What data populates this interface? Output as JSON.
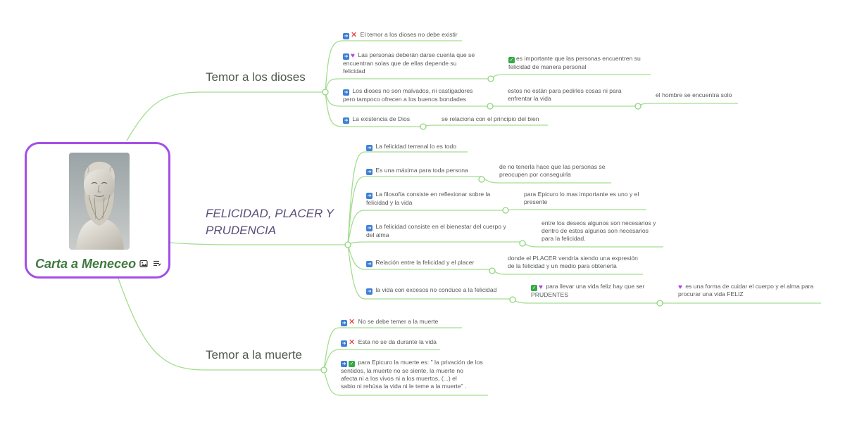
{
  "root": {
    "title": "Carta a Meneceo",
    "image": "philosopher-bust-photo",
    "icons": [
      "image-icon",
      "notes-icon"
    ]
  },
  "colors": {
    "line": "#a3dd8f",
    "root_border": "#a44ee6",
    "root_title": "#3f7a3f",
    "node": "#8fd67e"
  },
  "branches": [
    {
      "label": "Temor a los dioses",
      "children": [
        {
          "icons": [
            "arrow",
            "x"
          ],
          "text": "El temor a los dioses no debe existir"
        },
        {
          "icons": [
            "arrow",
            "heart"
          ],
          "lines": [
            "Las personas deberán darse cuenta que se",
            "encuentran solas  que de ellas depende su",
            "felicidad"
          ],
          "child": {
            "icons": [
              "check"
            ],
            "lines": [
              "es importante que las personas encuentren su",
              "felicidad de manera personal"
            ]
          }
        },
        {
          "icons": [
            "arrow"
          ],
          "lines": [
            "Los dioses no son  malvados, ni castigadores",
            "pero tampoco ofrecen a los buenos bondades"
          ],
          "child": {
            "lines": [
              "estos no están para pedirles cosas ni para",
              "enfrentar la vida"
            ],
            "child": {
              "text": "el hombre se encuentra solo"
            }
          }
        },
        {
          "icons": [
            "arrow"
          ],
          "text": "La existencia de Dios",
          "child": {
            "text": "se relaciona con el principio del bien"
          }
        }
      ]
    },
    {
      "label_lines": [
        "FELICIDAD, PLACER Y",
        "PRUDENCIA"
      ],
      "children": [
        {
          "icons": [
            "arrow"
          ],
          "text": "La felicidad terrenal lo es todo"
        },
        {
          "icons": [
            "arrow"
          ],
          "text": "Es una máxima para toda persona",
          "child": {
            "lines": [
              "de no tenerla hace que las personas se",
              "preocupen por conseguirla"
            ]
          }
        },
        {
          "icons": [
            "arrow"
          ],
          "lines": [
            "La filosofía consiste en reflexionar sobre la",
            "felicidad y la vida"
          ],
          "child": {
            "lines": [
              "para Epicuro lo mas importante es uno y el",
              "presente"
            ]
          }
        },
        {
          "icons": [
            "arrow"
          ],
          "lines": [
            "La felicidad consiste en el bienestar del cuerpo y",
            "del alma"
          ],
          "child": {
            "lines": [
              "entre los deseos algunos son necesarios y",
              "dentro de estos algunos son necesarios",
              "para la felicidad."
            ]
          }
        },
        {
          "icons": [
            "arrow"
          ],
          "text": "Relación entre la felicidad y el placer",
          "child": {
            "lines": [
              "donde el PLACER vendría siendo una expresión",
              "de la felicidad y un medio para obtenerla"
            ]
          }
        },
        {
          "icons": [
            "arrow"
          ],
          "text": "la vida con excesos no conduce a la felicidad",
          "child": {
            "icons": [
              "check",
              "heart"
            ],
            "lines": [
              "para llevar una vida feliz hay que ser",
              "PRUDENTES"
            ],
            "child": {
              "icons": [
                "heart"
              ],
              "lines": [
                "es una forma de cuidar el cuerpo y el alma para",
                "procurar una vida FELIZ"
              ]
            }
          }
        }
      ]
    },
    {
      "label": "Temor a la muerte",
      "children": [
        {
          "icons": [
            "arrow",
            "x"
          ],
          "text": "No se debe temer a la muerte"
        },
        {
          "icons": [
            "arrow",
            "x"
          ],
          "text": "Esta no se da durante la vida"
        },
        {
          "icons": [
            "arrow",
            "check"
          ],
          "lines": [
            "para Epicuro la muerte es: \" la privación de los",
            "sentidos, la muerte no se siente, la muerte no",
            "afecta ni a los vivos ni  a los muertos, (...)  el",
            "sabio ni  rehúsa la vida ni le teme a la muerte\" ."
          ]
        }
      ]
    }
  ]
}
